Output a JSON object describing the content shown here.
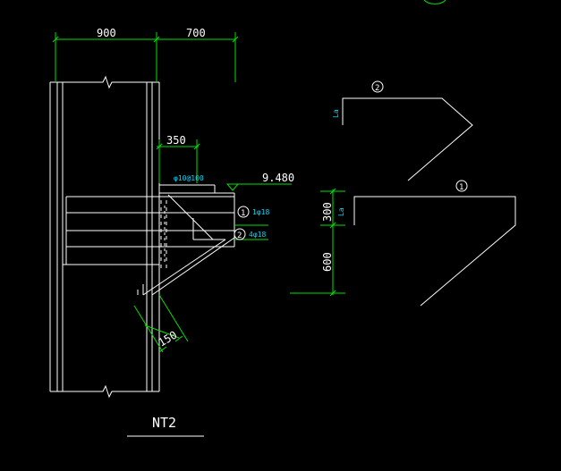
{
  "colors": {
    "background": "#000000",
    "linework": "#ffffff",
    "dimension": "#00e000",
    "rebar_note": "#00d8ff"
  },
  "dimensions": {
    "top_left": "900",
    "top_right": "700",
    "corbel_depth": "350",
    "elevation": "9.480",
    "upper_height": "300",
    "lower_height": "600",
    "haunch": "150"
  },
  "annotations": {
    "stirrup": "φ10@100",
    "bar1": "1φ18",
    "bar2": "4φ18",
    "anchorage_label_1": "La",
    "anchorage_label_2": "La"
  },
  "markers": {
    "bar1_tag": "1",
    "bar2_tag": "2",
    "detail1_tag": "1",
    "detail2_tag": "2"
  },
  "title": "NT2"
}
